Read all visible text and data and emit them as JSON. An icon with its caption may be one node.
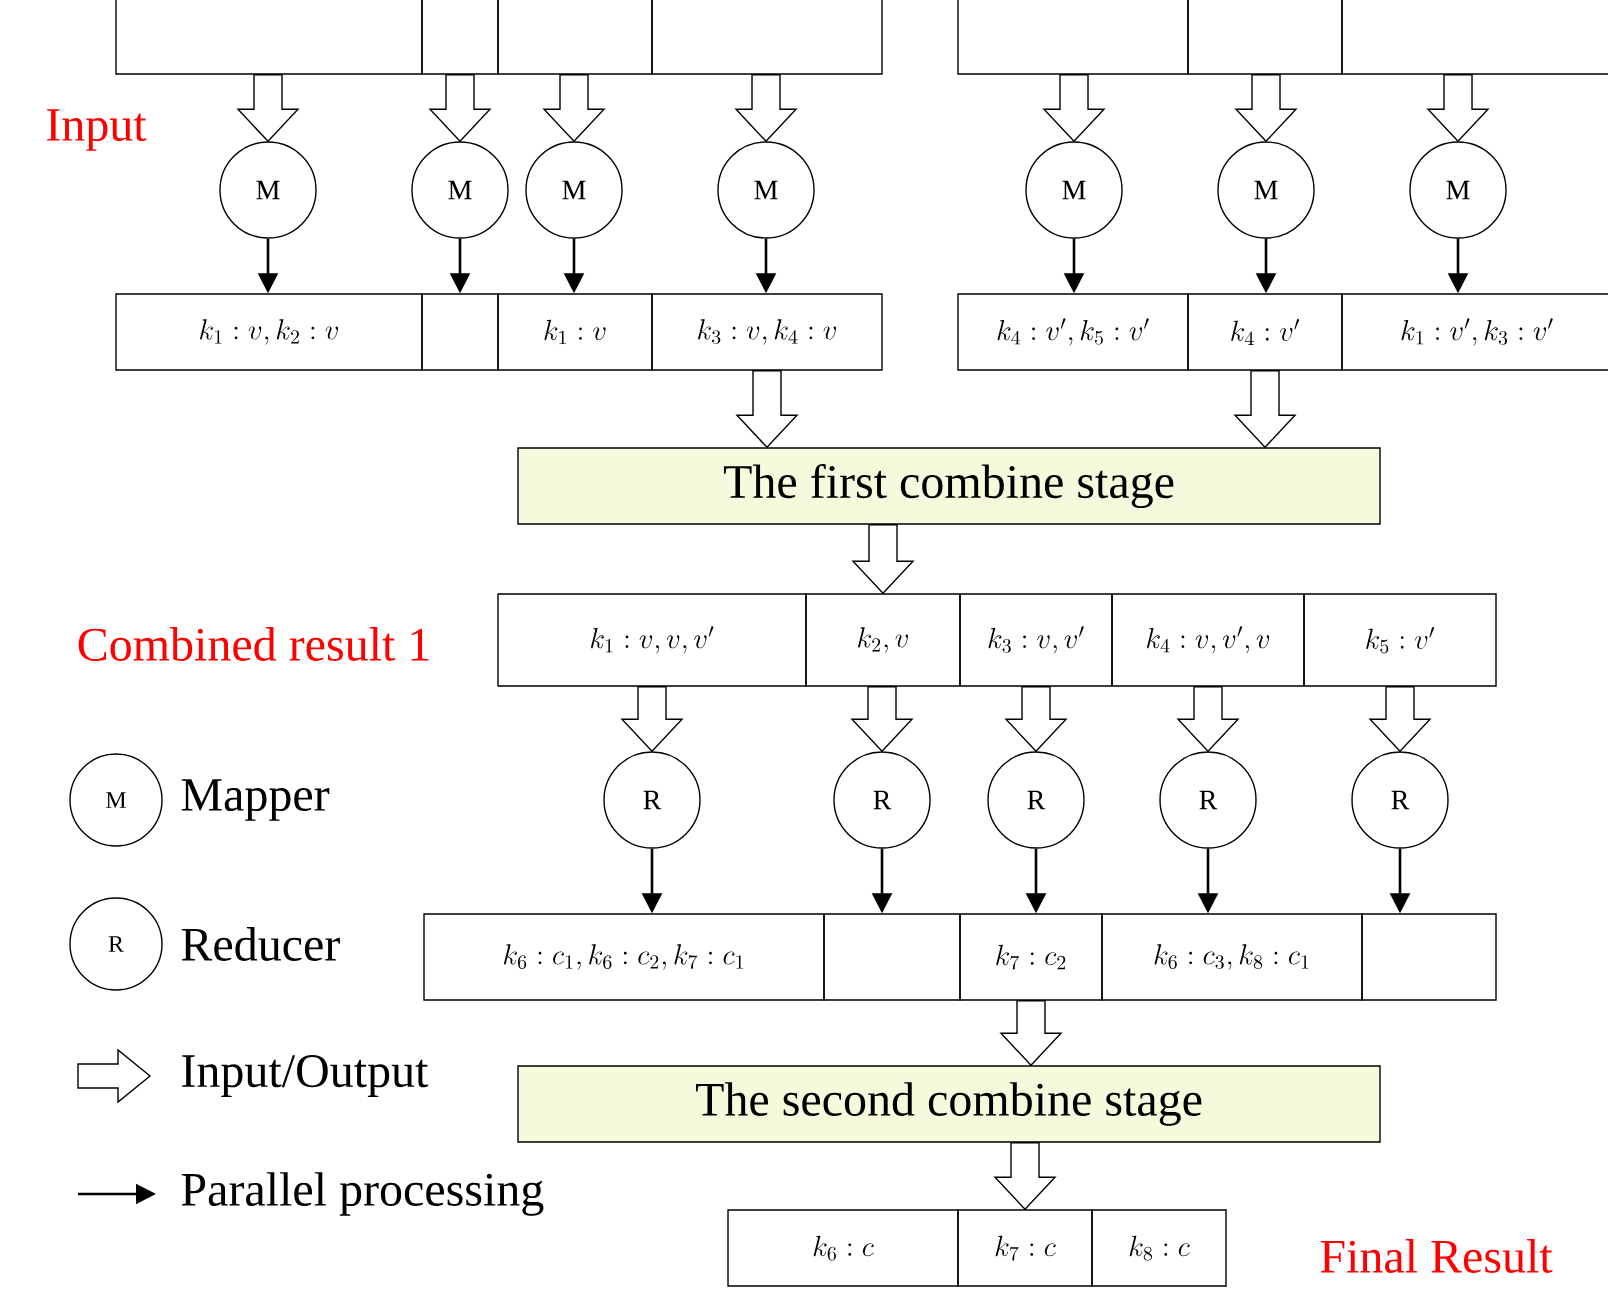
{
  "diagram": {
    "nodes": [
      {
        "text": [],
        "shape": "box"
      },
      {
        "text": [],
        "shape": "box"
      },
      {
        "text": [],
        "shape": "box"
      },
      {
        "text": [],
        "shape": "box"
      },
      {
        "text": [],
        "shape": "box"
      },
      {
        "text": [],
        "shape": "box"
      },
      {
        "text": [],
        "shape": "box"
      },
      {
        "text": [
          "M"
        ]
      },
      {
        "text": [
          "M"
        ]
      },
      {
        "text": [
          "M"
        ]
      },
      {
        "text": [
          "M"
        ]
      },
      {
        "text": [
          "M"
        ]
      },
      {
        "text": [
          "M"
        ]
      },
      {
        "text": [
          "M"
        ]
      },
      {
        "text": [
          "k_1 : v, k_2 : v"
        ]
      },
      {
        "text": [],
        "shape": "box"
      },
      {
        "text": [
          "k_1 : v"
        ]
      },
      {
        "text": [
          "k_3 : v, k_4 : v"
        ]
      },
      {
        "text": [
          "k_4 : v', k_5 : v'"
        ]
      },
      {
        "text": [
          "k_4 : v'"
        ]
      },
      {
        "text": [
          "k_1 : v', k_3 : v'"
        ]
      },
      {
        "text": [
          "The first combine stage"
        ]
      },
      {
        "text": [
          "k_1 : v, v, v'"
        ]
      },
      {
        "text": [
          "k_2, v"
        ]
      },
      {
        "text": [
          "k_3 : v, v'"
        ]
      },
      {
        "text": [
          "k_4 : v, v', v"
        ]
      },
      {
        "text": [
          "k_5 : v'"
        ]
      },
      {
        "text": [
          "R"
        ]
      },
      {
        "text": [
          "R"
        ]
      },
      {
        "text": [
          "R"
        ]
      },
      {
        "text": [
          "R"
        ]
      },
      {
        "text": [
          "R"
        ]
      },
      {
        "text": [
          "k_6 : c_1, k_6 : c_2, k_7 : c_1"
        ]
      },
      {
        "text": [],
        "shape": "box"
      },
      {
        "text": [
          "k_7 : c_2"
        ]
      },
      {
        "text": [
          "k_6 : c_3, k_8 : c_1"
        ]
      },
      {
        "text": [],
        "shape": "box"
      },
      {
        "text": [
          "The second combine stage"
        ]
      },
      {
        "text": [
          "k_6 : c"
        ]
      },
      {
        "text": [
          "k_7 : c"
        ]
      },
      {
        "text": [
          "k_8 : c"
        ]
      }
    ],
    "edges": [
      {
        "from": 0,
        "to": 7,
        "arrow": "to",
        "style": "thick"
      },
      {
        "from": 1,
        "to": 8,
        "arrow": "to",
        "style": "thick"
      },
      {
        "from": 2,
        "to": 9,
        "arrow": "to",
        "style": "thick"
      },
      {
        "from": 3,
        "to": 10,
        "arrow": "to",
        "style": "thick"
      },
      {
        "from": 4,
        "to": 11,
        "arrow": "to",
        "style": "thick"
      },
      {
        "from": 5,
        "to": 12,
        "arrow": "to",
        "style": "thick"
      },
      {
        "from": 6,
        "to": 13,
        "arrow": "to",
        "style": "thick"
      },
      {
        "from": 7,
        "to": 14,
        "arrow": "to"
      },
      {
        "from": 8,
        "to": 15,
        "arrow": "to"
      },
      {
        "from": 9,
        "to": 16,
        "arrow": "to"
      },
      {
        "from": 10,
        "to": 17,
        "arrow": "to"
      },
      {
        "from": 11,
        "to": 18,
        "arrow": "to"
      },
      {
        "from": 12,
        "to": 19,
        "arrow": "to"
      },
      {
        "from": 13,
        "to": 20,
        "arrow": "to"
      },
      {
        "from": 17,
        "to": 21,
        "arrow": "to",
        "style": "thick"
      },
      {
        "from": 19,
        "to": 21,
        "arrow": "to",
        "style": "thick"
      },
      {
        "from": 21,
        "to": 23,
        "arrow": "to",
        "style": "thick"
      },
      {
        "from": 22,
        "to": 27,
        "arrow": "to",
        "style": "thick"
      },
      {
        "from": 23,
        "to": 28,
        "arrow": "to",
        "style": "thick"
      },
      {
        "from": 24,
        "to": 29,
        "arrow": "to",
        "style": "thick"
      },
      {
        "from": 25,
        "to": 30,
        "arrow": "to",
        "style": "thick"
      },
      {
        "from": 26,
        "to": 31,
        "arrow": "to",
        "style": "thick"
      },
      {
        "from": 27,
        "to": 32,
        "arrow": "to"
      },
      {
        "from": 28,
        "to": 33,
        "arrow": "to"
      },
      {
        "from": 29,
        "to": 34,
        "arrow": "to"
      },
      {
        "from": 30,
        "to": 35,
        "arrow": "to"
      },
      {
        "from": 31,
        "to": 36,
        "arrow": "to"
      },
      {
        "from": 34,
        "to": 37,
        "arrow": "to",
        "style": "thick"
      },
      {
        "from": 37,
        "to": 39,
        "arrow": "to",
        "style": "thick"
      }
    ],
    "labels": [
      "Input",
      "Combined result 1",
      "M",
      "R",
      "Final Result"
    ],
    "legend": [
      {
        "text": "Mapper"
      },
      {
        "text": "Reducer"
      },
      {
        "text": "Input/Output"
      },
      {
        "text": "Parallel processing"
      }
    ]
  }
}
